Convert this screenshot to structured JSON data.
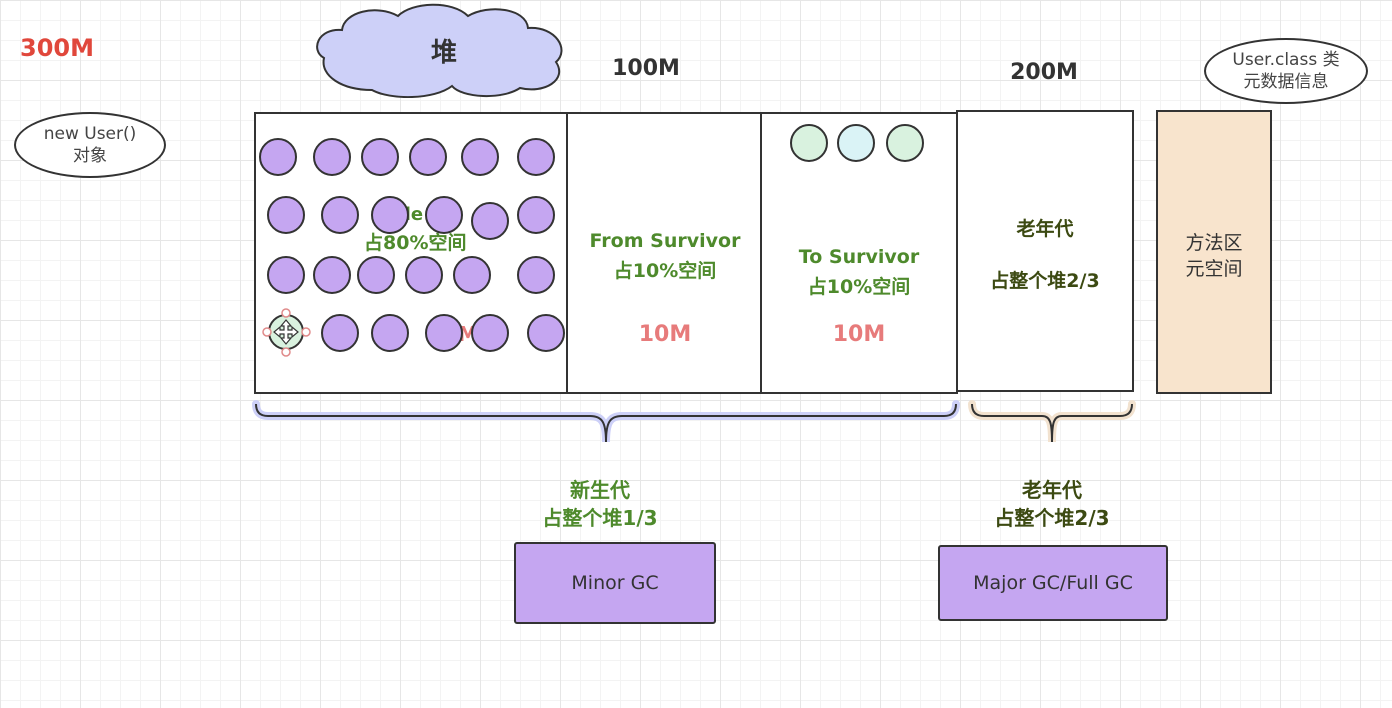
{
  "labels": {
    "total": "300M",
    "heap": "堆",
    "young_size": "100M",
    "old_size": "200M",
    "eden_partial_1": "de",
    "eden_partial_2": "占80%空间",
    "eden_size_partial": "M",
    "from_title": "From Survivor",
    "from_pct": "占10%空间",
    "from_size": "10M",
    "to_title": "To Survivor",
    "to_pct": "占10%空间",
    "to_size": "10M",
    "old_title": "老年代",
    "old_pct": "占整个堆2/3",
    "method_title": "方法区",
    "method_sub": "元空间",
    "new_user": "new User()\n对象",
    "user_class": "User.class 类\n元数据信息",
    "young_caption_1": "新生代",
    "young_caption_2": "占整个堆1/3",
    "old_caption_1": "老年代",
    "old_caption_2": "占整个堆2/3",
    "minor_gc": "Minor GC",
    "major_gc": "Major GC/Full GC"
  },
  "colors": {
    "object": "#c5a6f1",
    "old_bracket": "#f2e2cf",
    "young_bracket": "#cdd0f8",
    "method_area": "#f8e4cd",
    "cloud": "#cdd0f8"
  }
}
